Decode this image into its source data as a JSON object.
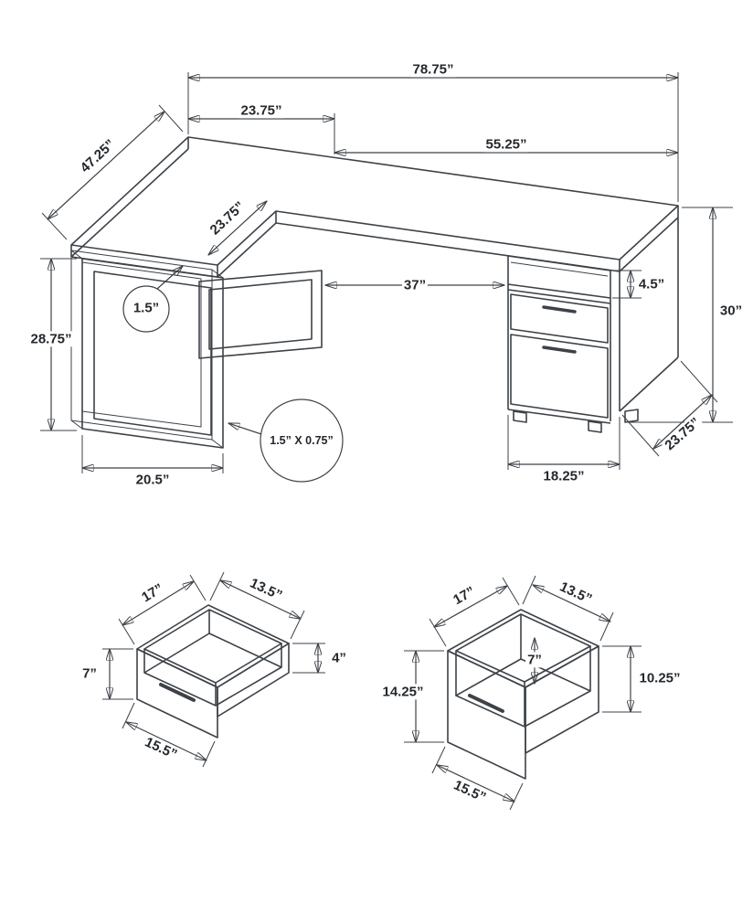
{
  "colors": {
    "line": "#3d4248",
    "label": "#24282c",
    "background": "#ffffff"
  },
  "desk": {
    "overall_width": "78.75”",
    "left_section_width": "23.75”",
    "right_section_width": "55.25”",
    "left_wing_depth": "47.25”",
    "corner_depth": "23.75”",
    "top_thickness": "1.5”",
    "knee_clearance_width": "37”",
    "open_shelf_height": "4.5”",
    "overall_height": "30”",
    "leg_height": "28.75”",
    "leg_width": "20.5”",
    "leg_tube_size": "1.5” X 0.75”",
    "cabinet_width": "18.25”",
    "right_depth": "23.75”"
  },
  "small_drawer": {
    "top_left_edge": "17”",
    "top_right_edge": "13.5”",
    "front_height": "7”",
    "back_height": "4”",
    "bottom_front_edge": "15.5”"
  },
  "file_drawer": {
    "top_left_edge": "17”",
    "top_right_edge": "13.5”",
    "inner_depth": "7”",
    "front_height": "14.25”",
    "side_height": "10.25”",
    "bottom_front_edge": "15.5”"
  }
}
